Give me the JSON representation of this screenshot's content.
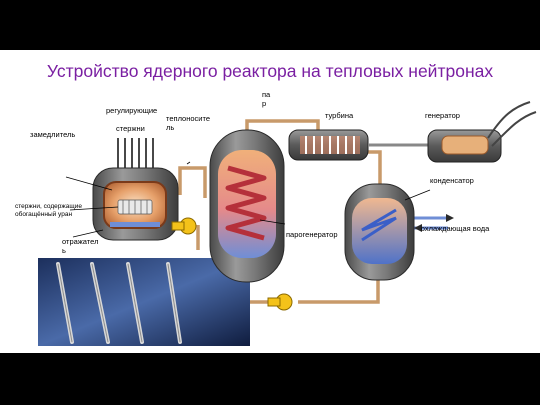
{
  "title": "Устройство ядерного реактора на тепловых нейтронах",
  "labels": {
    "regulating_rods": "регулирующие",
    "rods": "стержни",
    "coolant": "теплоноситель",
    "moderator": "замедлитель",
    "steam": "пар",
    "turbine": "турбина",
    "generator": "генератор",
    "condenser": "конденсатор",
    "cooling_water": "охлаждающая вода",
    "steam_generator": "парогенератор",
    "reflector": "отражатель",
    "fuel_rods": "стержни, содержащие обогащённый уран"
  },
  "colors": {
    "title": "#7a1fa2",
    "pipe": "#c89a6a",
    "vessel": "#6e6e6e",
    "core_hot": "#e0884a",
    "coil": "#b5303a",
    "pump": "#f4c21a",
    "cooling": "#3a5fc8"
  }
}
